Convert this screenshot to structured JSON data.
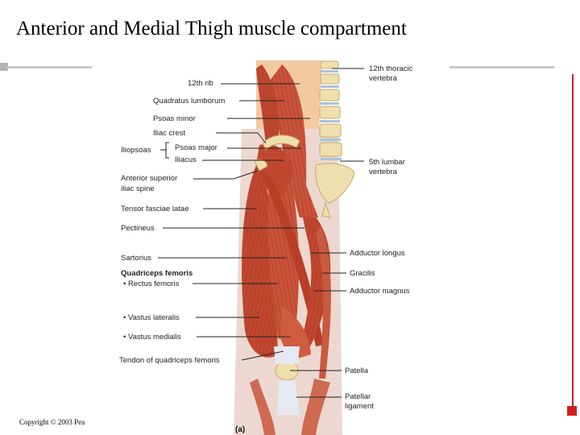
{
  "slide": {
    "title": "Anterior and Medial Thigh muscle compartment",
    "copyright": "Copyright © 2003 Pea"
  },
  "figure": {
    "panel_label": "(a)",
    "left_labels": {
      "rib12": "12th rib",
      "quadratus": "Quadratus lumborum",
      "psoas_minor": "Psoas minor",
      "iliac_crest": "Iliac crest",
      "iliopsoas": "Iliopsoas",
      "psoas_major": "Psoas major",
      "iliacus": "Iliacus",
      "asis_1": "Anterior superior",
      "asis_2": "iliac spine",
      "tfl": "Tensor fasciae latae",
      "pectineus": "Pectineus",
      "sartorius": "Sartorius",
      "quad_group": "Quadriceps femoris",
      "rectus": "• Rectus femoris",
      "vastus_lat": "• Vastus lateralis",
      "vastus_med": "• Vastus medialis",
      "quad_tendon": "Tendon of quadriceps femoris"
    },
    "right_labels": {
      "t12_1": "12th thoracic",
      "t12_2": "vertebra",
      "l5_1": "5th lumbar",
      "l5_2": "vertebra",
      "add_longus": "Adductor longus",
      "gracilis": "Gracilis",
      "add_magnus": "Adductor magnus",
      "patella": "Patella",
      "pat_lig_1": "Patellar",
      "pat_lig_2": "ligament"
    }
  },
  "colors": {
    "muscle": "#c0472f",
    "muscle_dark": "#9b2f1d",
    "muscle_light": "#d9664a",
    "bone": "#f0dfae",
    "skin": "#f3c9a0",
    "tendon": "#e6e8f2",
    "disc": "#a9c3dc",
    "accent_red": "#d21e1e"
  }
}
